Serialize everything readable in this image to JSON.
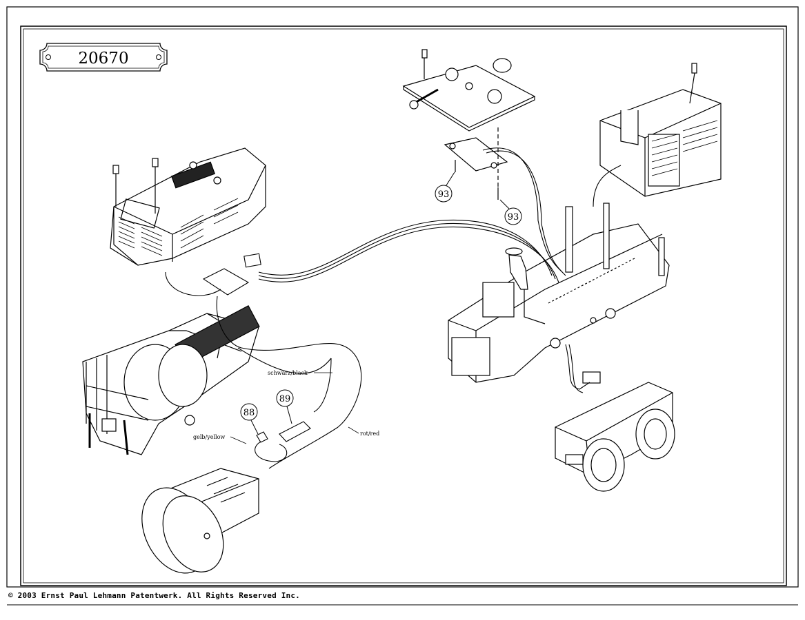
{
  "title_plate": {
    "number": "20670"
  },
  "labels": {
    "wire_black": "schwarz/black",
    "wire_red": "rot/red",
    "wire_yellow": "gelb/yellow"
  },
  "callouts": [
    {
      "id": "callout-88",
      "text": "88"
    },
    {
      "id": "callout-89",
      "text": "89"
    },
    {
      "id": "callout-93a",
      "text": "93"
    },
    {
      "id": "callout-93b",
      "text": "93"
    }
  ],
  "footer": {
    "copyright": "© 2003 Ernst Paul Lehmann Patentwerk. All Rights Reserved Inc."
  }
}
